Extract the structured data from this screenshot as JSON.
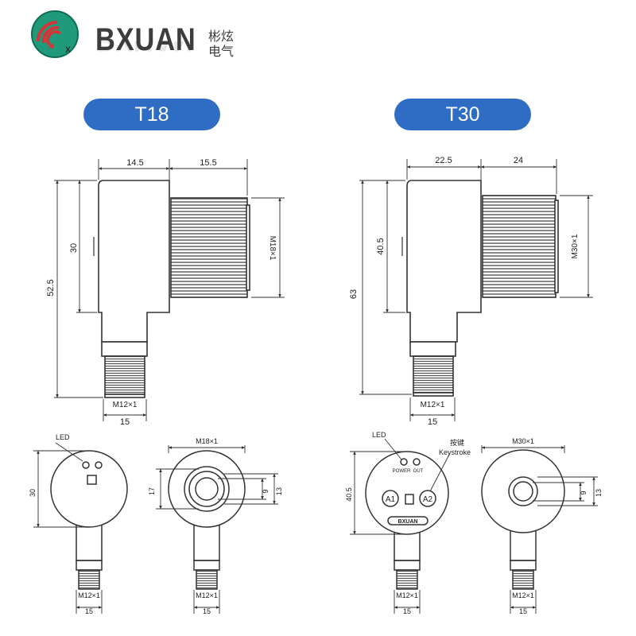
{
  "header": {
    "brand": "BXUAN",
    "brand_cn_line1": "彬炫",
    "brand_cn_line2": "电气",
    "logo_mark": "x"
  },
  "titles": {
    "t18": "T18",
    "t30": "T30"
  },
  "colors": {
    "accent": "#2f6cc4",
    "line": "#333333",
    "logo_green": "#1f9a7a",
    "logo_red": "#d4353a"
  },
  "t18_side": {
    "dim_body_width": "14.5",
    "dim_thread_length": "15.5",
    "dim_body_height": "30",
    "dim_total_height": "52.5",
    "thread_label": "M18×1",
    "connector_label": "M12×1",
    "dim_connector_width": "15"
  },
  "t30_side": {
    "dim_body_width": "22.5",
    "dim_thread_length": "24",
    "dim_body_height": "40.5",
    "dim_total_height": "63",
    "thread_label": "M30×1",
    "connector_label": "M12×1",
    "dim_connector_width": "15"
  },
  "t18_front": {
    "led_label": "LED",
    "dim_height": "30",
    "connector_label": "M12×1",
    "dim_connector_width": "15"
  },
  "t18_rear": {
    "thread_label": "M18×1",
    "dim_outer": "17",
    "dim_inner": "9",
    "dim_right": "13",
    "connector_label": "M12×1",
    "dim_connector_width": "15"
  },
  "t30_front": {
    "led_label": "LED",
    "key_label_cn": "按键",
    "key_label_en": "Keystroke",
    "power_label": "POWER",
    "out_label": "OUT",
    "button_a1": "A1",
    "button_a2": "A2",
    "brand_plate": "BXUAN",
    "dim_height": "40.5",
    "connector_label": "M12×1",
    "dim_connector_width": "15"
  },
  "t30_rear": {
    "thread_label": "M30×1",
    "dim_inner": "9",
    "dim_right": "13",
    "connector_label": "M12×1",
    "dim_connector_width": "15"
  }
}
